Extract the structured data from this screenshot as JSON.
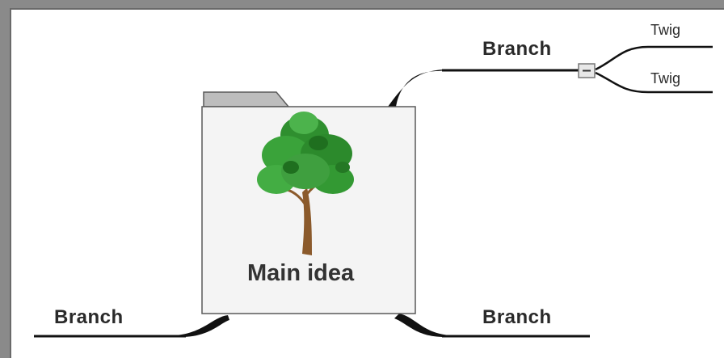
{
  "mindmap": {
    "central": {
      "label": "Main idea",
      "image": "tree-icon"
    },
    "branches": [
      {
        "label": "Branch",
        "twigs": [
          "Twig",
          "Twig"
        ]
      },
      {
        "label": "Branch"
      },
      {
        "label": "Branch"
      }
    ],
    "collapse_symbol": "−"
  }
}
